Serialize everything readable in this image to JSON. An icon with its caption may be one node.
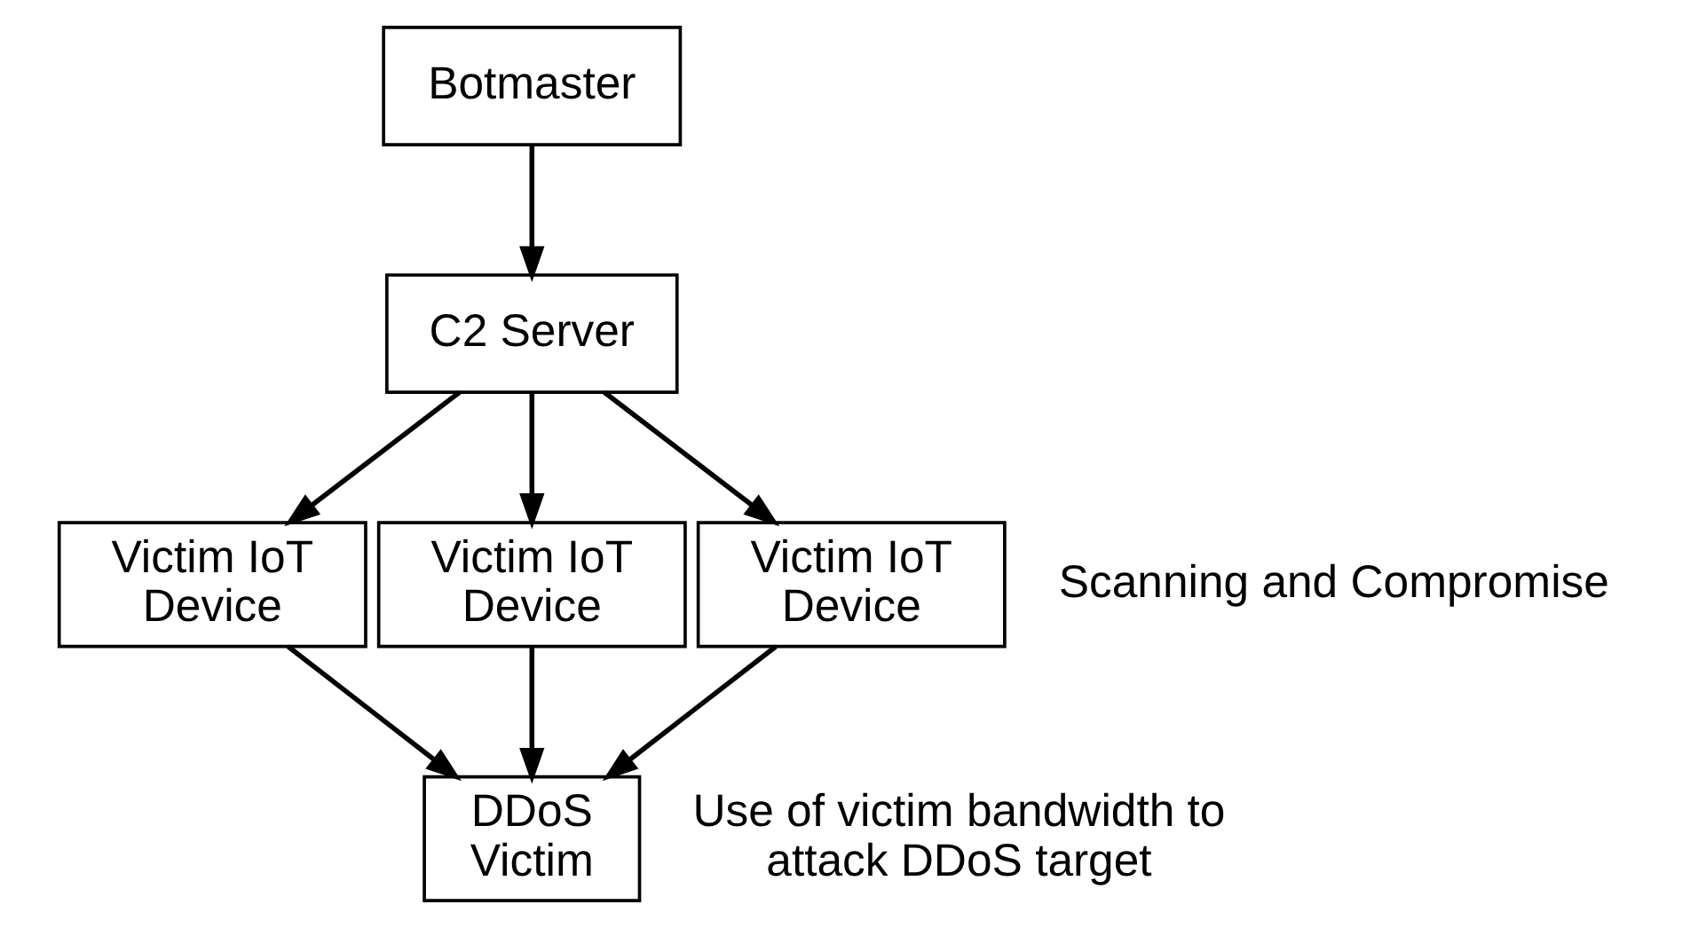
{
  "diagram": {
    "nodes": [
      {
        "text": [
          "Botmaster"
        ]
      },
      {
        "text": [
          "C2 Server"
        ]
      },
      {
        "text": [
          "Victim IoT Device"
        ]
      },
      {
        "text": [
          "Victim IoT Device"
        ]
      },
      {
        "text": [
          "Victim IoT Device"
        ]
      },
      {
        "text": [
          "DDoS Victim"
        ]
      }
    ],
    "edges": [
      {
        "from": 0,
        "to": 1,
        "arrow": "to"
      },
      {
        "from": 1,
        "to": 2,
        "arrow": "to"
      },
      {
        "from": 1,
        "to": 3,
        "arrow": "to"
      },
      {
        "from": 1,
        "to": 4,
        "arrow": "to"
      },
      {
        "from": 2,
        "to": 5,
        "arrow": "to"
      },
      {
        "from": 3,
        "to": 5,
        "arrow": "to"
      },
      {
        "from": 4,
        "to": 5,
        "arrow": "to"
      }
    ],
    "labels": [
      "Scanning and Compromise",
      "Use of victim bandwidth to attack DDoS target"
    ]
  }
}
